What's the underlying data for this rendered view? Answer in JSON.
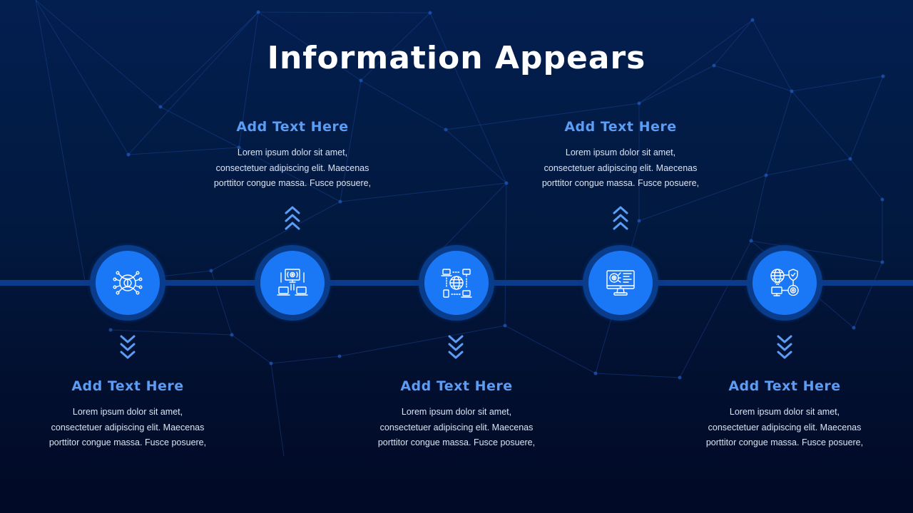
{
  "slide": {
    "title": "Information Appears"
  },
  "colors": {
    "background_top": "#031f50",
    "background_bottom": "#010a26",
    "timeline_bar": "#0a3c8c",
    "node_ring": "#0a3c8c",
    "node_fill": "#1a78f6",
    "heading": "#5b9cf5",
    "body_text": "#dbe4f2",
    "chevron": "#5b9cf5"
  },
  "steps": [
    {
      "position": "below",
      "icon": "global-gear-network-icon",
      "heading": "Add Text Here",
      "lines": [
        "Lorem ipsum dolor sit amet,",
        "consectetuer adipiscing elit. Maecenas",
        "porttitor congue massa. Fusce posuere,"
      ],
      "arrow": "chevrons-down-icon"
    },
    {
      "position": "above",
      "icon": "monitor-settings-laptops-icon",
      "heading": "Add Text Here",
      "lines": [
        "Lorem ipsum dolor sit amet,",
        "consectetuer adipiscing elit. Maecenas",
        "porttitor congue massa. Fusce posuere,"
      ],
      "arrow": "chevrons-up-icon"
    },
    {
      "position": "below",
      "icon": "globe-devices-network-icon",
      "heading": "Add Text Here",
      "lines": [
        "Lorem ipsum dolor sit amet,",
        "consectetuer adipiscing elit. Maecenas",
        "porttitor congue massa. Fusce posuere,"
      ],
      "arrow": "chevrons-down-icon"
    },
    {
      "position": "above",
      "icon": "monitor-gear-dashboard-icon",
      "heading": "Add Text Here",
      "lines": [
        "Lorem ipsum dolor sit amet,",
        "consectetuer adipiscing elit. Maecenas",
        "porttitor congue massa. Fusce posuere,"
      ],
      "arrow": "chevrons-up-icon"
    },
    {
      "position": "below",
      "icon": "globe-shield-computer-gear-icon",
      "heading": "Add Text Here",
      "lines": [
        "Lorem ipsum dolor sit amet,",
        "consectetuer adipiscing elit. Maecenas",
        "porttitor congue massa. Fusce posuere,"
      ],
      "arrow": "chevrons-down-icon"
    }
  ]
}
